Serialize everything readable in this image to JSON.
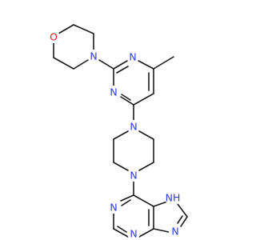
{
  "molecule": {
    "colors": {
      "bond": "#1a1a1a",
      "nitrogen": "#2f3be0",
      "oxygen": "#e01b1b"
    },
    "atoms": {
      "o_morpholine": "O",
      "n_morpholine": "N",
      "n_pyrimidine_1": "N",
      "n_pyrimidine_2": "N",
      "n_piperazine_1": "N",
      "n_piperazine_2": "N",
      "n_purine_1": "N",
      "n_purine_3": "N",
      "n_purine_9": "N",
      "nh_purine_7": "NH"
    }
  }
}
